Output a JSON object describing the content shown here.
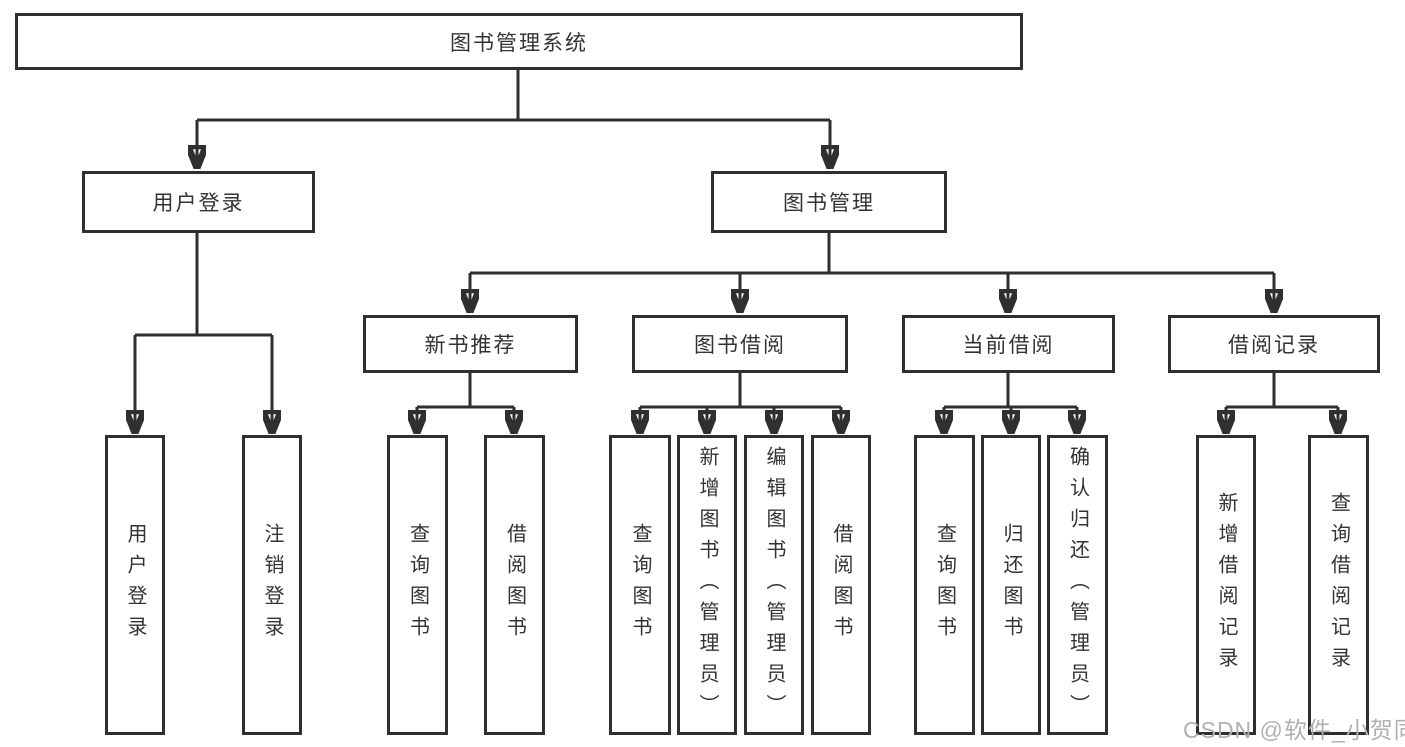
{
  "diagram_title": "图书管理系统",
  "colors": {
    "line": "#2f2f2f",
    "text": "#333333",
    "background": "#ffffff",
    "watermark": "#b0b0b0"
  },
  "tree": {
    "label": "图书管理系统",
    "children": [
      {
        "label": "用户登录",
        "children": [
          {
            "label": "用户登录"
          },
          {
            "label": "注销登录"
          }
        ]
      },
      {
        "label": "图书管理",
        "children": [
          {
            "label": "新书推荐",
            "children": [
              {
                "label": "查询图书"
              },
              {
                "label": "借阅图书"
              }
            ]
          },
          {
            "label": "图书借阅",
            "children": [
              {
                "label": "查询图书"
              },
              {
                "label": "新增图书（管理员）"
              },
              {
                "label": "编辑图书（管理员）"
              },
              {
                "label": "借阅图书"
              }
            ]
          },
          {
            "label": "当前借阅",
            "children": [
              {
                "label": "查询图书"
              },
              {
                "label": "归还图书"
              },
              {
                "label": "确认归还（管理员）"
              }
            ]
          },
          {
            "label": "借阅记录",
            "children": [
              {
                "label": "新增借阅记录"
              },
              {
                "label": "查询借阅记录"
              }
            ]
          }
        ]
      }
    ]
  },
  "watermark": "CSDN @软件_小贺同学"
}
